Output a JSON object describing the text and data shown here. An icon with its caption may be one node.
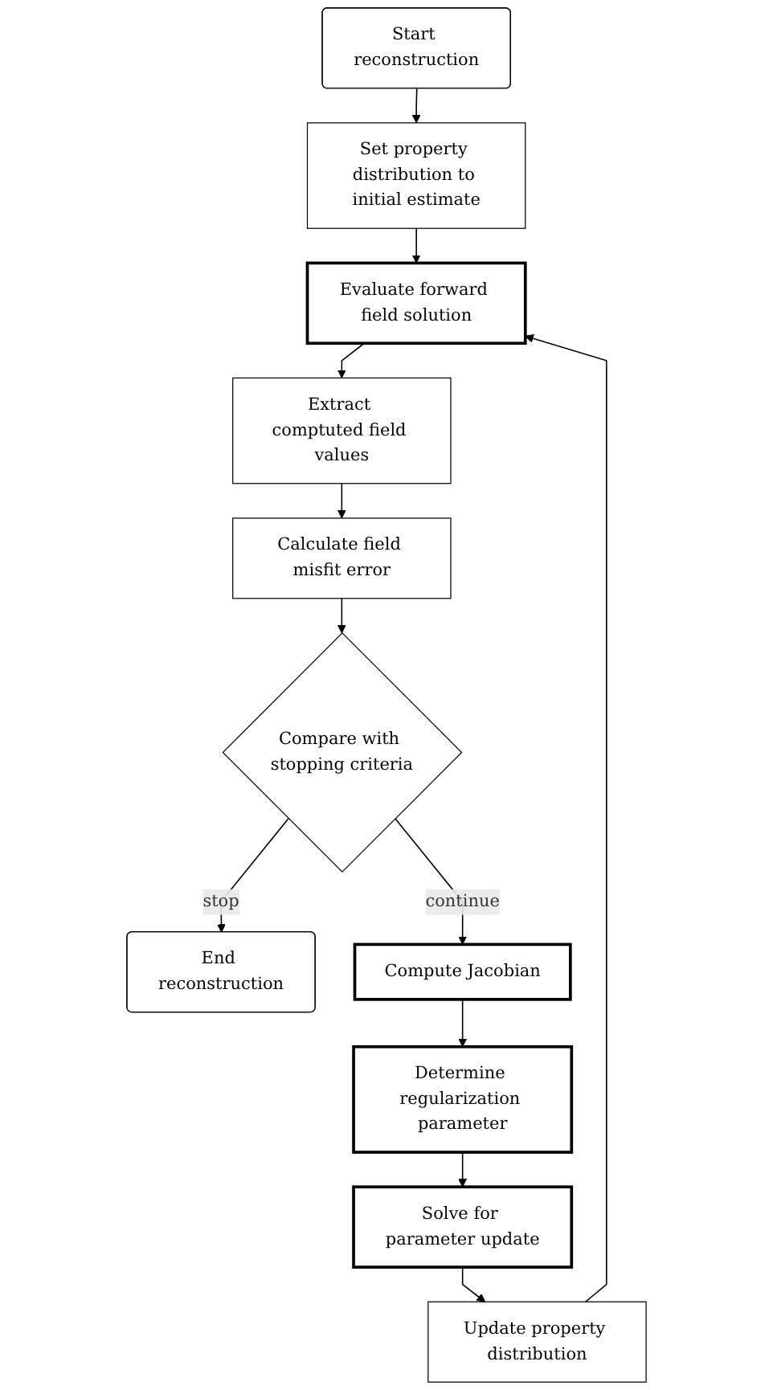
{
  "diagram": {
    "nodes": [
      {
        "text": [
          "Start reconstruction"
        ]
      },
      {
        "text": [
          "Set property distribution to initial estimate"
        ]
      },
      {
        "text": [
          "Evaluate forward field solution"
        ]
      },
      {
        "text": [
          "Extract comptuted field values"
        ]
      },
      {
        "text": [
          "Calculate field misfit error"
        ]
      },
      {
        "text": [
          "Compare with stopping criteria"
        ]
      },
      {
        "text": [
          "End reconstruction"
        ]
      },
      {
        "text": [
          "Compute Jacobian"
        ]
      },
      {
        "text": [
          "Determine regularization parameter"
        ]
      },
      {
        "text": [
          "Solve for parameter update"
        ]
      },
      {
        "text": [
          "Update property distribution"
        ]
      }
    ],
    "edges": [
      {
        "from": 0,
        "to": 1,
        "arrow": "to"
      },
      {
        "from": 1,
        "to": 2,
        "arrow": "to"
      },
      {
        "from": 2,
        "to": 3,
        "arrow": "to"
      },
      {
        "from": 3,
        "to": 4,
        "arrow": "to"
      },
      {
        "from": 4,
        "to": 5,
        "arrow": "to"
      },
      {
        "from": 5,
        "to": 6,
        "arrow": "to",
        "label": "stop"
      },
      {
        "from": 5,
        "to": 7,
        "arrow": "to",
        "label": "continue"
      },
      {
        "from": 7,
        "to": 8,
        "arrow": "to"
      },
      {
        "from": 8,
        "to": 9,
        "arrow": "to"
      },
      {
        "from": 9,
        "to": 10,
        "arrow": "to"
      },
      {
        "from": 10,
        "to": 2,
        "arrow": "to"
      }
    ]
  }
}
